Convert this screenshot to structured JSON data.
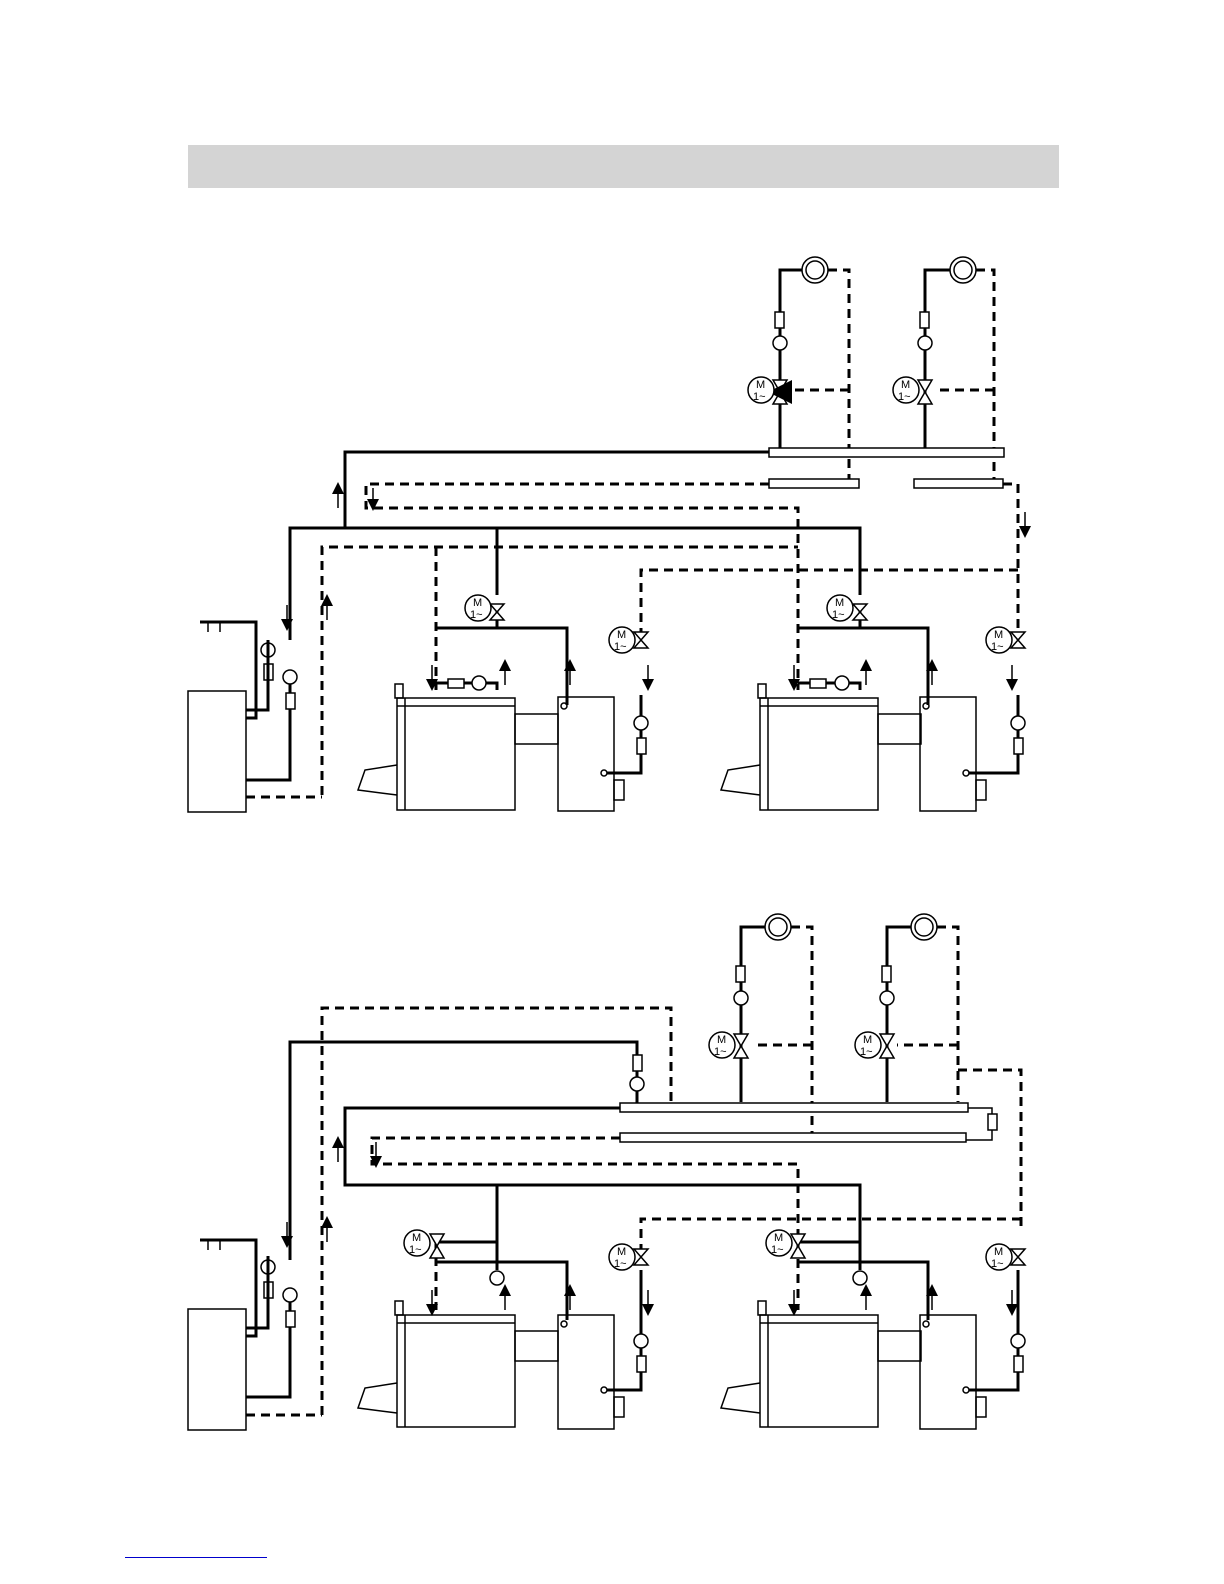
{
  "colors": {
    "header_bar": "#d4d4d4",
    "lines": "#000000",
    "footer_line": "#0000cc"
  },
  "motor_label": {
    "line1": "M",
    "line2": "1~"
  },
  "diagrams": [
    {
      "id": "top",
      "boilers": 2,
      "heating_circuits": 2,
      "motor_valves": 4
    },
    {
      "id": "bottom",
      "boilers": 2,
      "heating_circuits": 2,
      "motor_valves": 4
    }
  ]
}
